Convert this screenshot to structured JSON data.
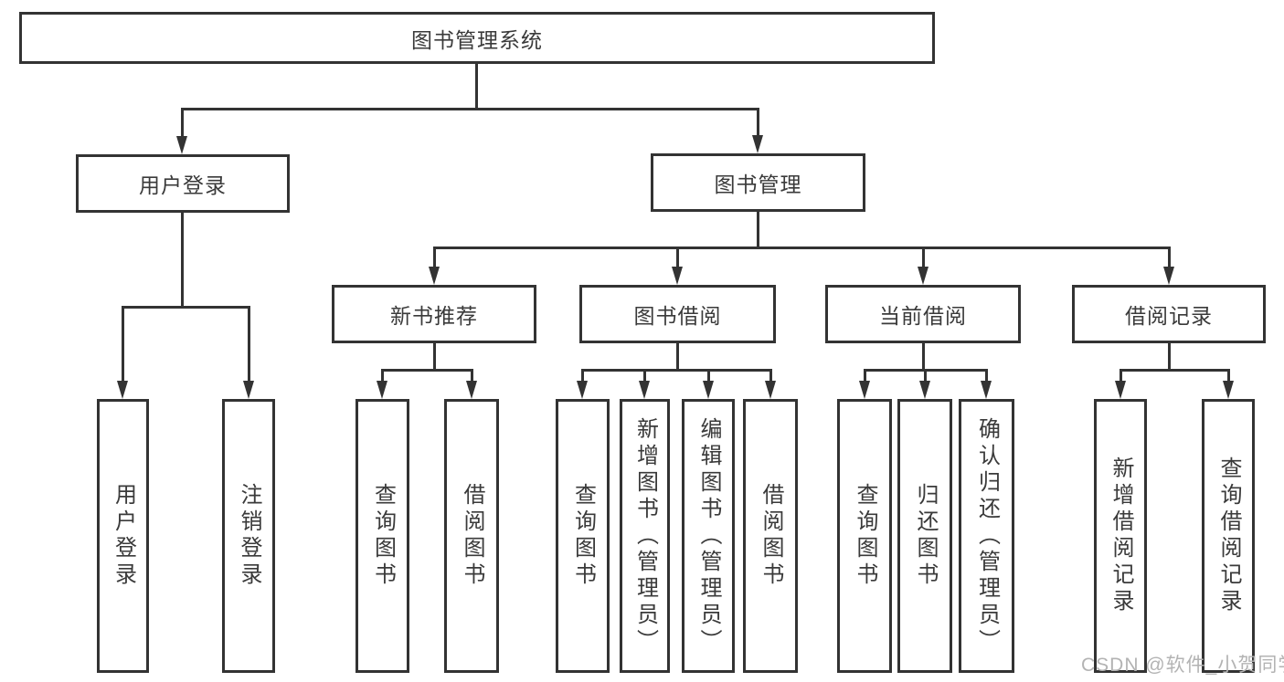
{
  "watermark": "CSDN @软件_小贺同学",
  "tree": {
    "label": "图书管理系统",
    "children": [
      {
        "label": "用户登录",
        "children": [
          {
            "label": "用户登录"
          },
          {
            "label": "注销登录"
          }
        ]
      },
      {
        "label": "图书管理",
        "children": [
          {
            "label": "新书推荐",
            "children": [
              {
                "label": "查询图书"
              },
              {
                "label": "借阅图书"
              }
            ]
          },
          {
            "label": "图书借阅",
            "children": [
              {
                "label": "查询图书"
              },
              {
                "label": "新增图书（管理员）"
              },
              {
                "label": "编辑图书（管理员）"
              },
              {
                "label": "借阅图书"
              }
            ]
          },
          {
            "label": "当前借阅",
            "children": [
              {
                "label": "查询图书"
              },
              {
                "label": "归还图书"
              },
              {
                "label": "确认归还（管理员）"
              }
            ]
          },
          {
            "label": "借阅记录",
            "children": [
              {
                "label": "新增借阅记录"
              },
              {
                "label": "查询借阅记录"
              }
            ]
          }
        ]
      }
    ]
  },
  "colors": {
    "line": "#333333",
    "text": "#3a3a3a",
    "watermark": "#b3b3b3",
    "background": "#ffffff"
  }
}
